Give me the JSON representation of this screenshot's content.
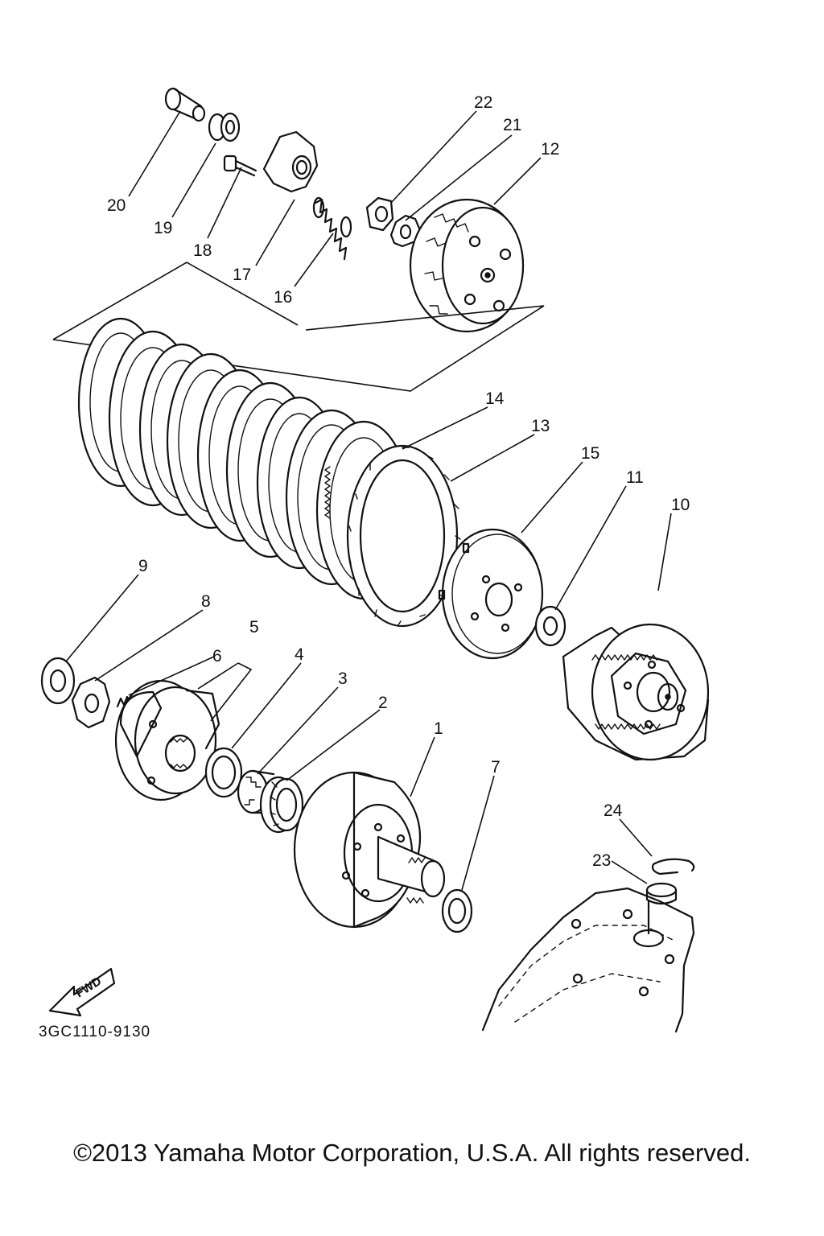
{
  "diagram": {
    "part_numbers": [
      "1",
      "2",
      "3",
      "4",
      "5",
      "6",
      "7",
      "8",
      "9",
      "10",
      "11",
      "12",
      "13",
      "14",
      "15",
      "16",
      "17",
      "18",
      "19",
      "20",
      "21",
      "22",
      "23",
      "24"
    ],
    "fwd_label": "FWD",
    "drawing_code": "3GC1110-9130"
  },
  "footer": {
    "copyright": "©2013 Yamaha Motor Corporation, U.S.A. All rights reserved."
  }
}
